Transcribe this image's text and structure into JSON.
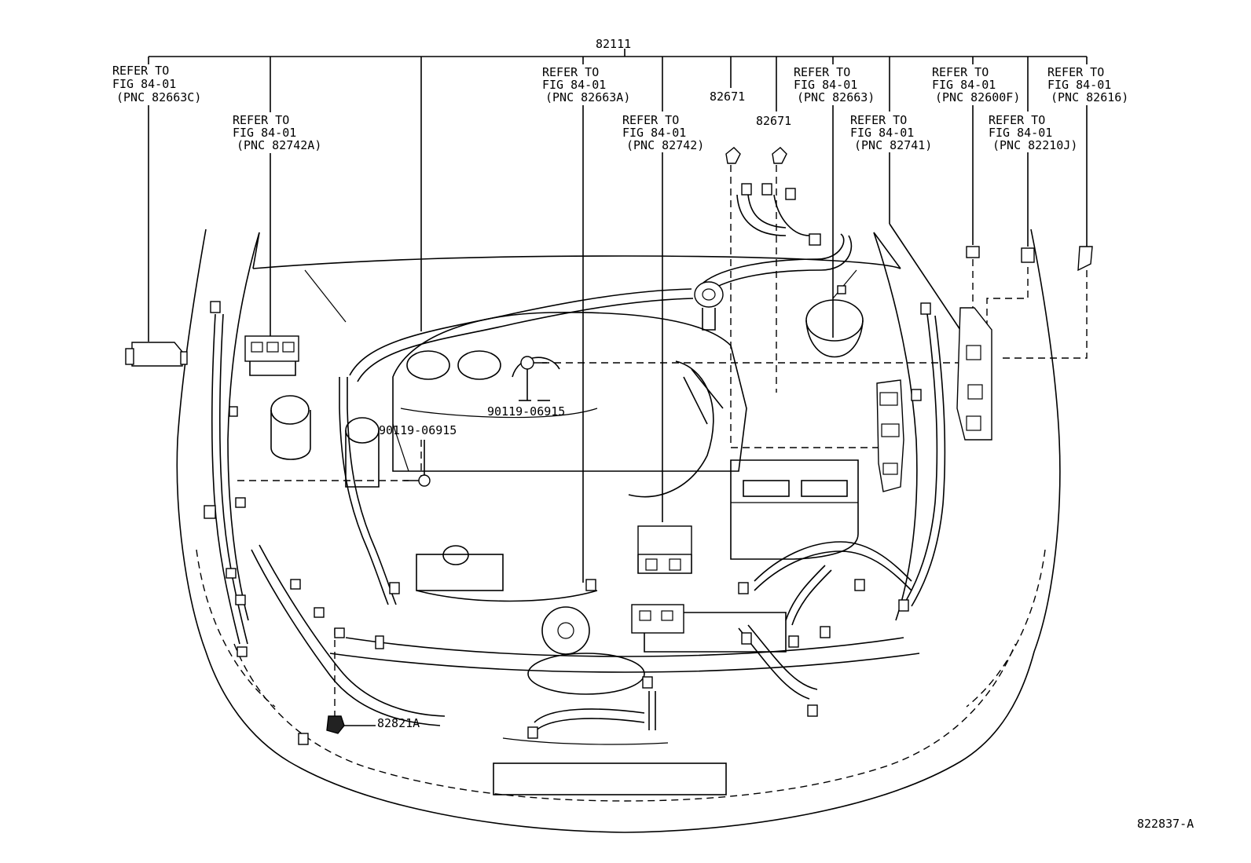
{
  "diagram": {
    "main_part": "82111",
    "drawing_number": "822837-A",
    "references": [
      {
        "line1": "REFER TO",
        "line2": "FIG 84-01",
        "line3": "(PNC 82663C)"
      },
      {
        "line1": "REFER TO",
        "line2": "FIG 84-01",
        "line3": "(PNC 82742A)"
      },
      {
        "line1": "REFER TO",
        "line2": "FIG 84-01",
        "line3": "(PNC 82663A)"
      },
      {
        "line1": "REFER TO",
        "line2": "FIG 84-01",
        "line3": "(PNC 82742)"
      },
      {
        "line1": "REFER TO",
        "line2": "FIG 84-01",
        "line3": "(PNC 82663)"
      },
      {
        "line1": "REFER TO",
        "line2": "FIG 84-01",
        "line3": "(PNC 82741)"
      },
      {
        "line1": "REFER TO",
        "line2": "FIG 84-01",
        "line3": "(PNC 82600F)"
      },
      {
        "line1": "REFER TO",
        "line2": "FIG 84-01",
        "line3": "(PNC 82210J)"
      },
      {
        "line1": "REFER TO",
        "line2": "FIG 84-01",
        "line3": "(PNC 82616)"
      }
    ],
    "part_labels": {
      "clamp_a": "82671",
      "clamp_b": "82671",
      "bolt_a": "90119-06915",
      "bolt_b": "90119-06915",
      "fuse": "82821A"
    }
  }
}
